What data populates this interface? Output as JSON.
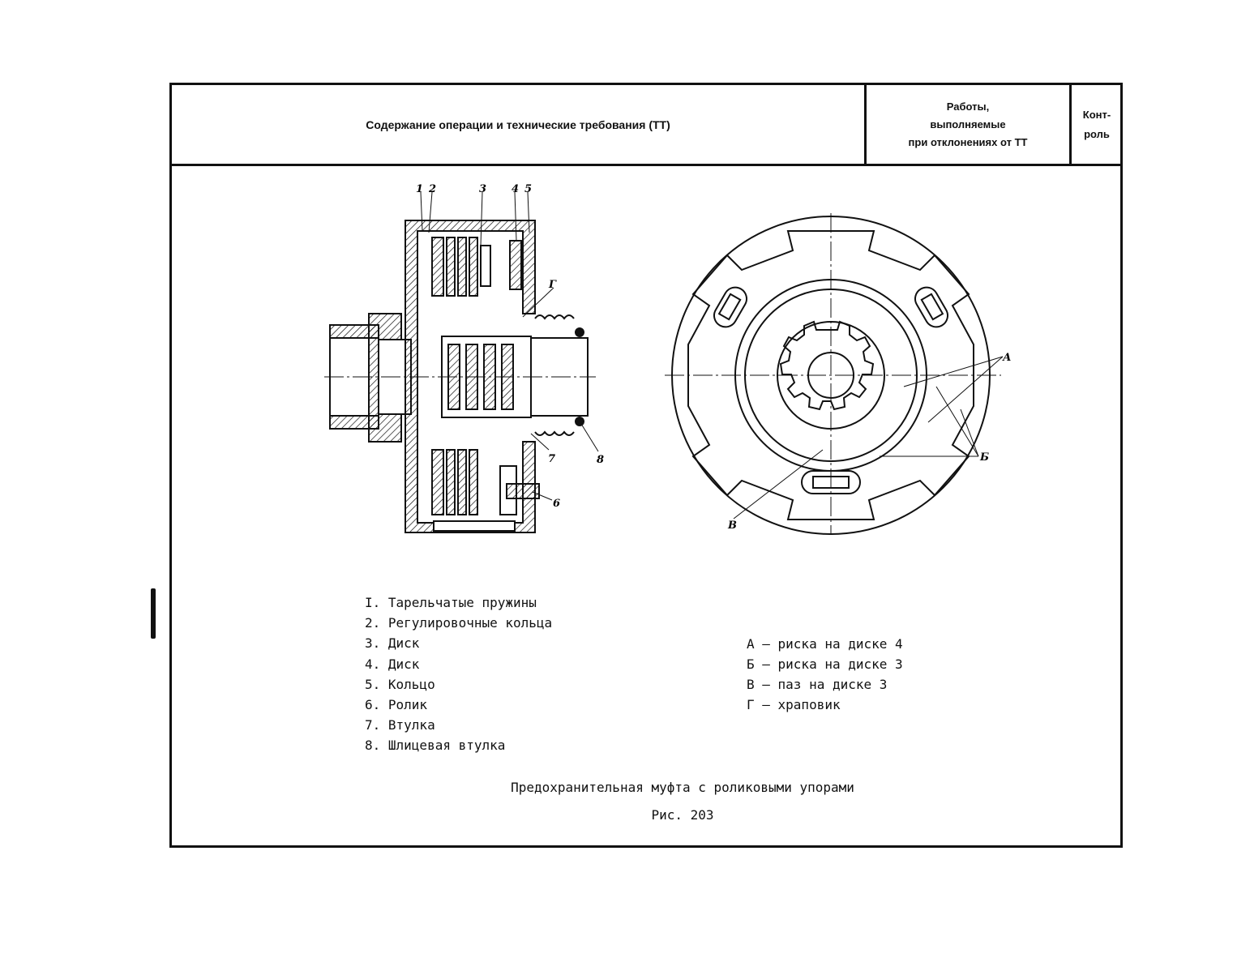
{
  "header": {
    "col1": "Содержание операции и технические требования (ТТ)",
    "col2_lines": [
      "Работы,",
      "выполняемые",
      "при отклонениях от ТТ"
    ],
    "col3_lines": [
      "Конт-",
      "роль"
    ]
  },
  "drawing": {
    "left_callouts": [
      "1",
      "2",
      "3",
      "4",
      "5",
      "Г",
      "7",
      "8",
      "6"
    ],
    "right_callouts": [
      "А",
      "Б",
      "В"
    ]
  },
  "legend_parts": [
    "I. Тарельчатые пружины",
    "2. Регулировочные кольца",
    "3. Диск",
    "4. Диск",
    "5. Кольцо",
    "6. Ролик",
    "7. Втулка",
    "8. Шлицевая втулка"
  ],
  "legend_marks": [
    "А – риска на диске 4",
    "Б – риска на диске 3",
    "В – паз на диске 3",
    "Г – храповик"
  ],
  "caption": "Предохранительная муфта с роликовыми упорами",
  "figure_number": "Рис. 203"
}
